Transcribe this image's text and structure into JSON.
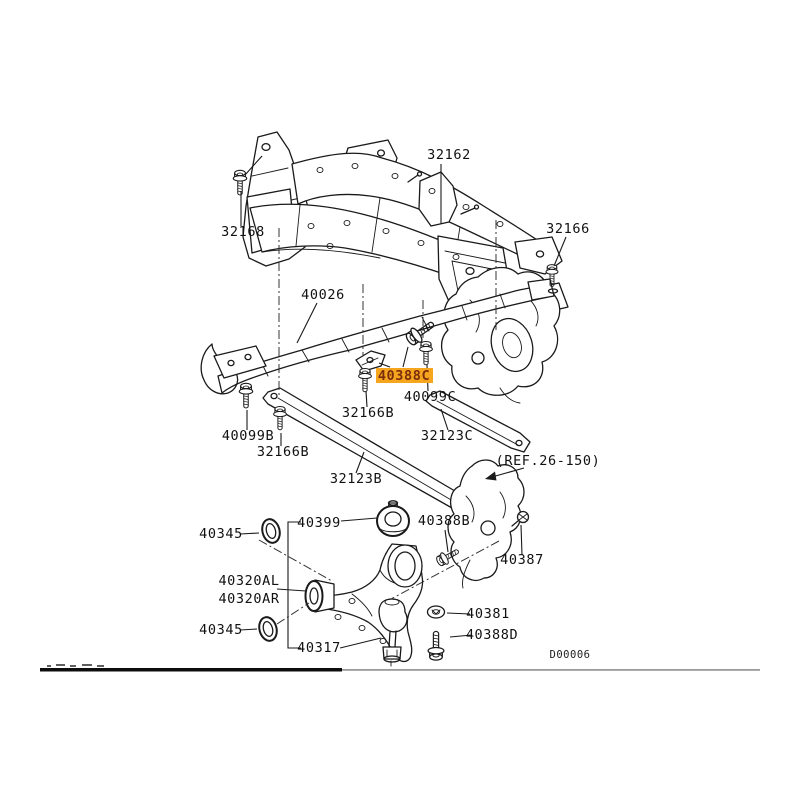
{
  "meta": {
    "code": "D00006",
    "line_color": "#1a1a1a",
    "background": "#ffffff"
  },
  "highlight": {
    "part_number": "40388C",
    "bg": "#F5A61E",
    "fg": "#7B2E0C"
  },
  "labels": {
    "p32162": "32162",
    "p32168": "32168",
    "p32166": "32166",
    "p40026": "40026",
    "p32166B1": "32166B",
    "p40099C": "40099C",
    "p32123C": "32123C",
    "p40099B": "40099B",
    "p32166B2": "32166B",
    "p32123B": "32123B",
    "ref": "(REF.26-150)",
    "p40345a": "40345",
    "p40399": "40399",
    "p40388B": "40388B",
    "p40387": "40387",
    "p40320AL": "40320AL",
    "p40320AR": "40320AR",
    "p40345b": "40345",
    "p40317": "40317",
    "p40381": "40381",
    "p40388D": "40388D"
  }
}
